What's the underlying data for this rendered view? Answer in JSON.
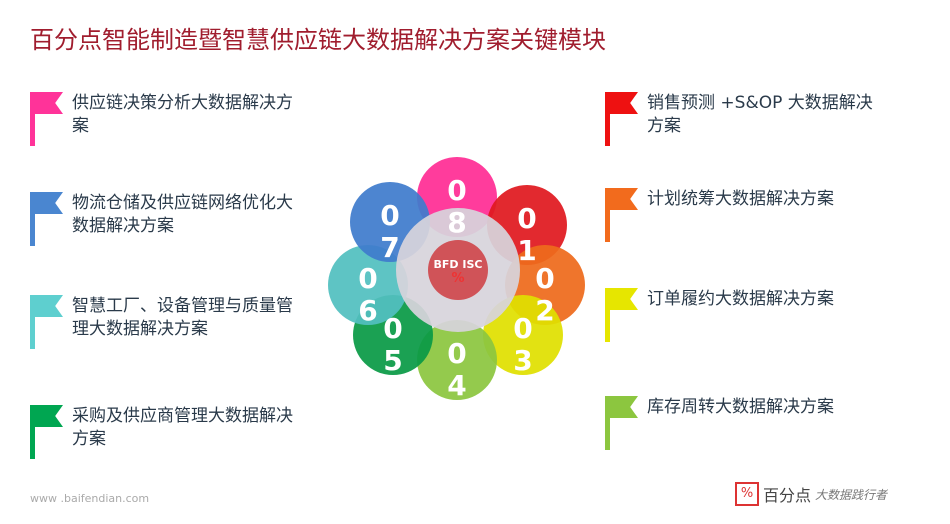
{
  "title": "百分点智能制造暨智慧供应链大数据解决方案关键模块",
  "left_items": [
    {
      "label": "供应链决策分析大数据解决方案",
      "color": "#ff3399"
    },
    {
      "label": "物流仓储及供应链网络优化大数据解决方案",
      "color": "#4a86d0"
    },
    {
      "label": "智慧工厂、设备管理与质量管理大数据解决方案",
      "color": "#5ecfcf"
    },
    {
      "label": "采购及供应商管理大数据解决方案",
      "color": "#00a651"
    }
  ],
  "right_items": [
    {
      "label": "销售预测 +S&OP 大数据解决方案",
      "color": "#ee1111"
    },
    {
      "label": "计划统筹大数据解决方案",
      "color": "#f26b1d"
    },
    {
      "label": "订单履约大数据解决方案",
      "color": "#e6e600"
    },
    {
      "label": "库存周转大数据解决方案",
      "color": "#8cc63f"
    }
  ],
  "petals": [
    {
      "n1": "0",
      "n2": "1",
      "color": "#e0191f"
    },
    {
      "n1": "0",
      "n2": "2",
      "color": "#ee6a1c"
    },
    {
      "n1": "0",
      "n2": "3",
      "color": "#e0e000"
    },
    {
      "n1": "0",
      "n2": "4",
      "color": "#8cc63f"
    },
    {
      "n1": "0",
      "n2": "5",
      "color": "#0a9a46"
    },
    {
      "n1": "0",
      "n2": "6",
      "color": "#52c0c0"
    },
    {
      "n1": "0",
      "n2": "7",
      "color": "#3f7ccc"
    },
    {
      "n1": "0",
      "n2": "8",
      "color": "#ff2d95"
    }
  ],
  "center_label": "BFD ISC",
  "footer": "www .baifendian.com",
  "logo": {
    "name": "百分点",
    "tagline": "大数据践行者"
  }
}
